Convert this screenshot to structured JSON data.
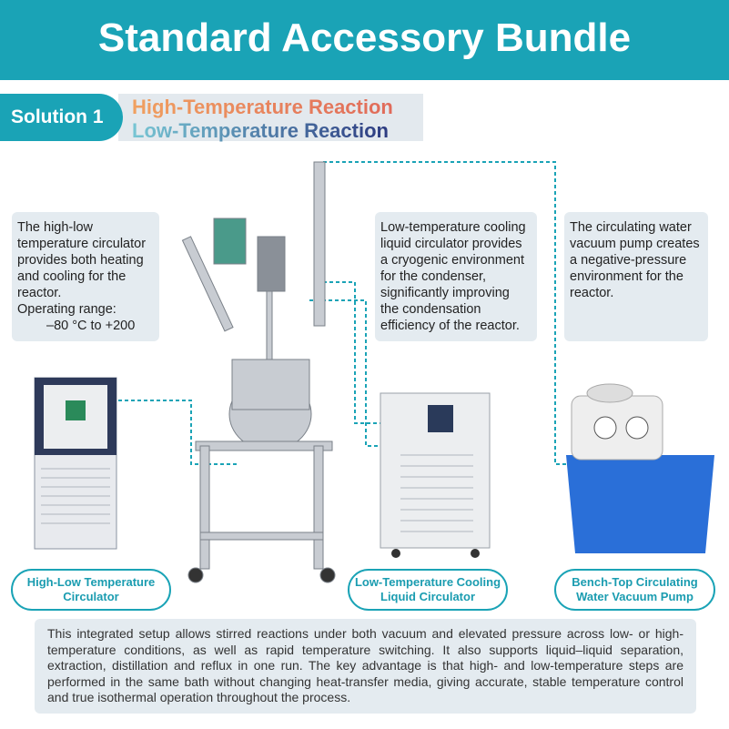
{
  "header": {
    "title": "Standard Accessory Bundle"
  },
  "solution": {
    "label": "Solution 1",
    "line1": "High-Temperature Reaction",
    "line2": "Low-Temperature Reaction"
  },
  "callouts": {
    "left": {
      "text": "The high-low temperature circulator provides both heating and cooling for the reactor.",
      "range_label": "Operating range:",
      "range": "–80 °C to +200"
    },
    "middle": {
      "text": "Low-temperature cooling liquid circulator provides a cryogenic environment for the condenser, significantly improving the condensation efficiency of the reactor."
    },
    "right": {
      "text": "The circulating water vacuum pump creates a negative-pressure environment for the reactor."
    }
  },
  "labels": {
    "left": "High-Low Temperature Circulator",
    "middle": "Low-Temperature Cooling Liquid Circulator",
    "right": "Bench-Top Circulating Water Vacuum Pump"
  },
  "description": "This integrated setup allows stirred reactions under both vacuum and elevated pressure across low- or high-temperature conditions, as well as rapid temperature switching. It also supports liquid–liquid separation, extraction, distillation and reflux in one run. The key advantage is that high- and low-temperature steps are performed in the same bath without changing heat-transfer media, giving accurate, stable temperature control and true isothermal operation throughout the process.",
  "colors": {
    "accent": "#1aa3b6",
    "box": "#e4ebf0"
  }
}
